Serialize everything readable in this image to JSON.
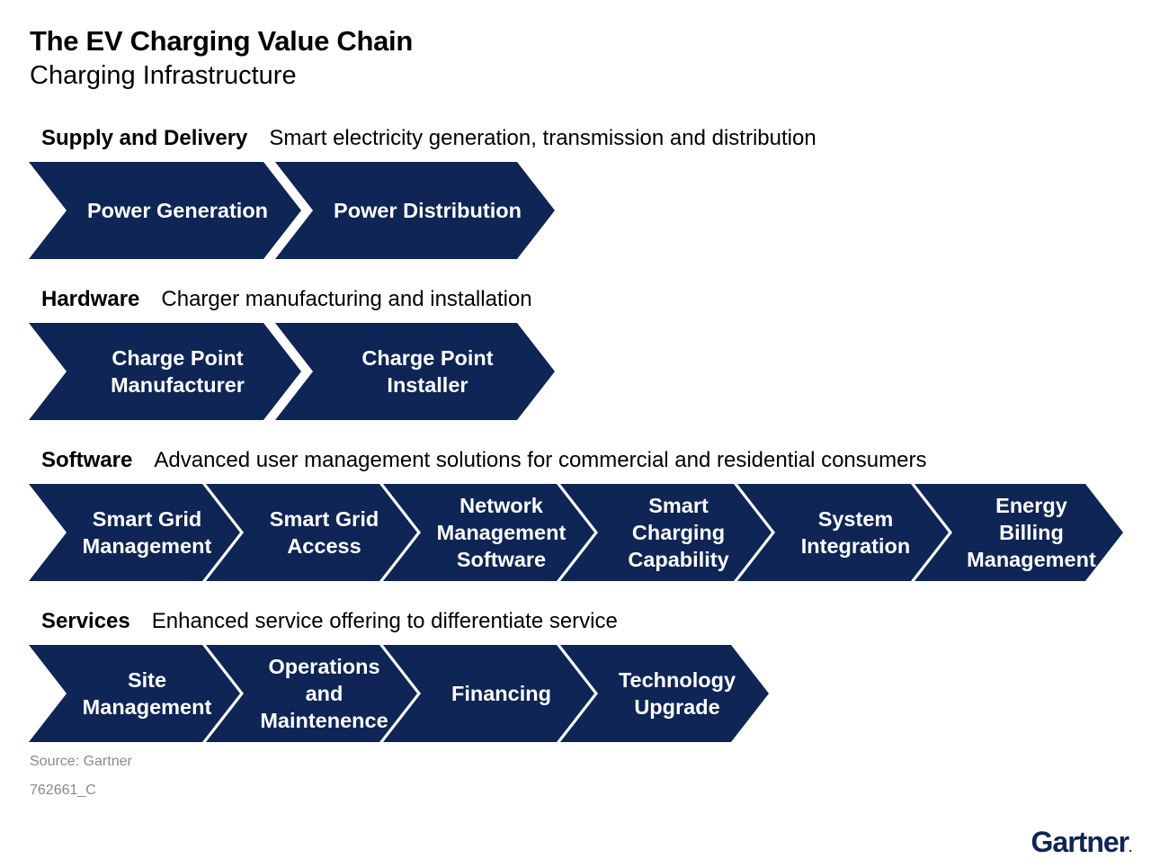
{
  "title": "The EV Charging Value Chain",
  "subtitle": "Charging Infrastructure",
  "colors": {
    "chevron_fill": "#0e2555",
    "chevron_text": "#ffffff",
    "footnote": "#8a8a8a"
  },
  "sections": [
    {
      "name": "Supply and Delivery",
      "description": "Smart electricity generation, transmission and distribution",
      "steps": [
        "Power Generation",
        "Power Distribution"
      ]
    },
    {
      "name": "Hardware",
      "description": "Charger manufacturing and installation",
      "steps": [
        "Charge Point\nManufacturer",
        "Charge Point\nInstaller"
      ]
    },
    {
      "name": "Software",
      "description": "Advanced user management solutions for commercial and residential consumers",
      "steps": [
        "Smart Grid\nManagement",
        "Smart Grid\nAccess",
        "Network\nManagement\nSoftware",
        "Smart\nCharging\nCapability",
        "System\nIntegration",
        "Energy\nBilling\nManagement"
      ]
    },
    {
      "name": "Services",
      "description": "Enhanced service offering to differentiate service",
      "steps": [
        "Site\nManagement",
        "Operations\nand\nMaintenence",
        "Financing",
        "Technology\nUpgrade"
      ]
    }
  ],
  "source": "Source: Gartner",
  "figure_code": "762661_C",
  "logo": {
    "text": "Gartner",
    "mark": "."
  }
}
